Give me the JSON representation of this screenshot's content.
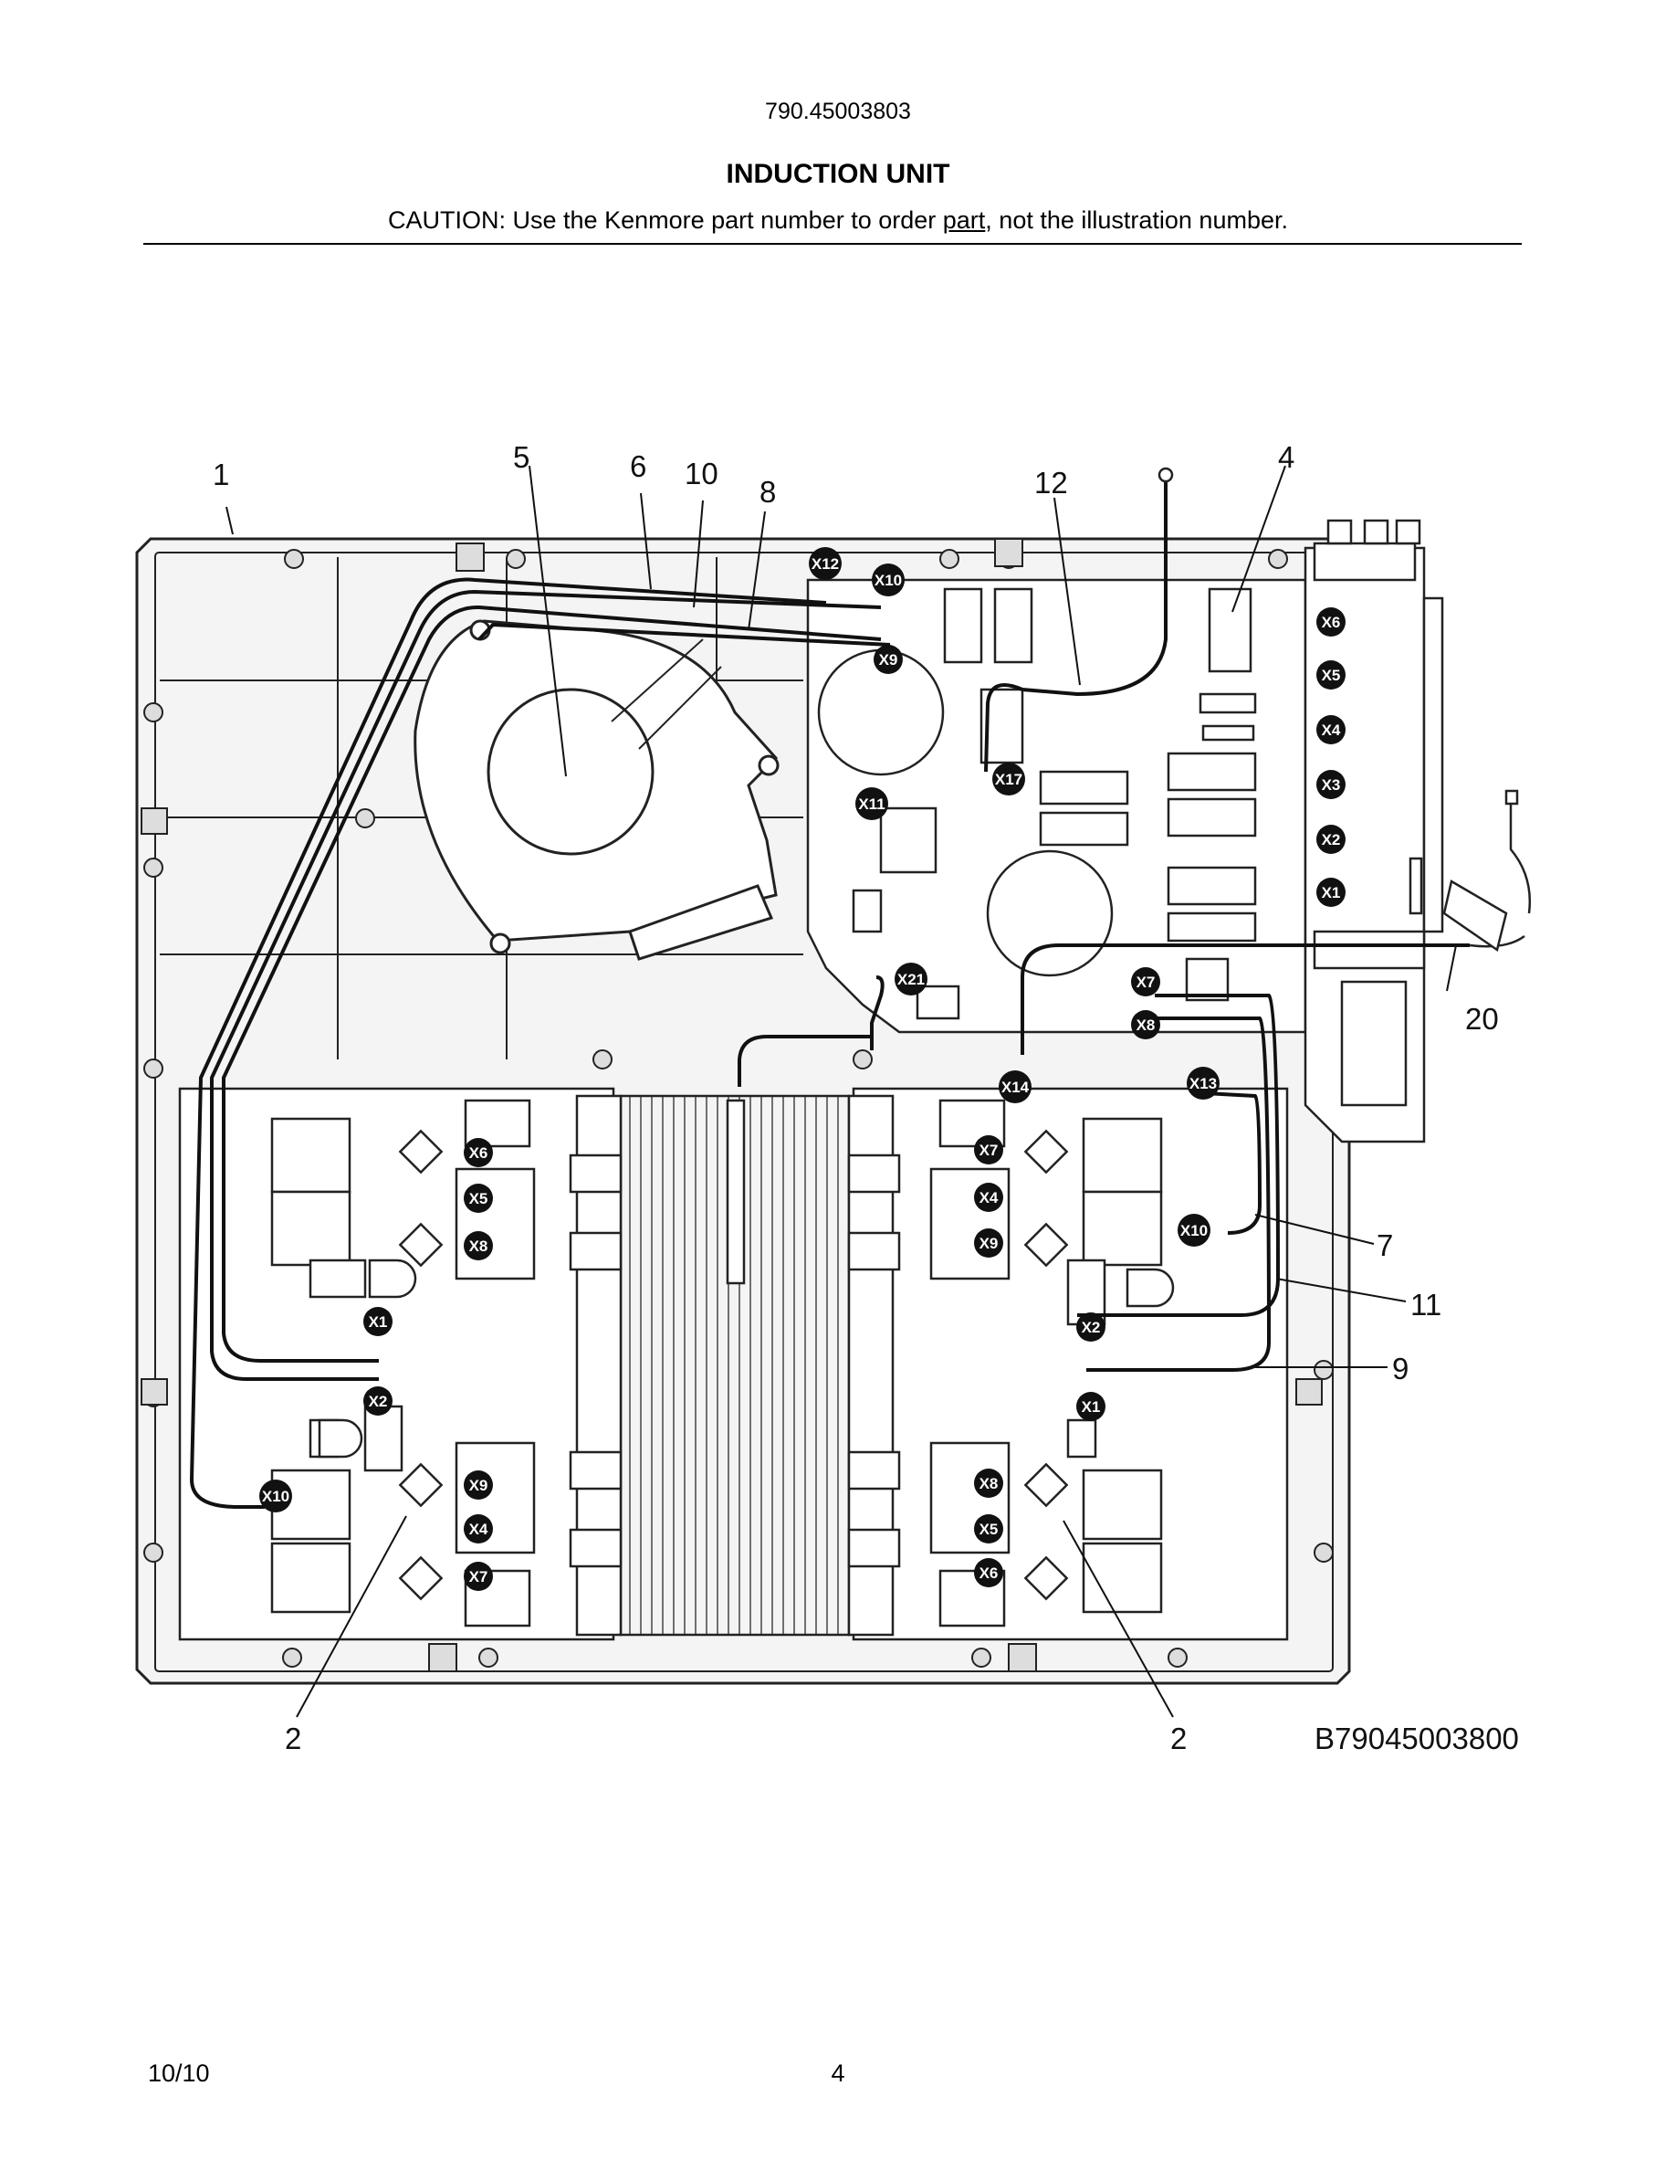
{
  "header": {
    "model_number": "790.45003803",
    "section_title": "INDUCTION UNIT",
    "caution_prefix": "CAUTION: Use the Kenmore part number to order ",
    "caution_underlined": "part",
    "caution_suffix": ", not the illustration number."
  },
  "diagram": {
    "callouts": [
      "1",
      "5",
      "6",
      "10",
      "8",
      "12",
      "4",
      "20",
      "7",
      "11",
      "9",
      "2",
      "2"
    ],
    "figure_code": "B79045003800",
    "connectors_top_board": [
      "X12",
      "X10",
      "X9",
      "X17",
      "X11",
      "X21",
      "X7",
      "X8",
      "X14",
      "X13"
    ],
    "connectors_terminal_block": [
      "X6",
      "X5",
      "X4",
      "X3",
      "X2",
      "X1"
    ],
    "connectors_left_board": [
      "X6",
      "X5",
      "X8",
      "X1",
      "X2",
      "X10",
      "X9",
      "X4",
      "X7"
    ],
    "connectors_right_board": [
      "X7",
      "X4",
      "X9",
      "X10",
      "X2",
      "X1",
      "X8",
      "X5",
      "X6"
    ]
  },
  "footer": {
    "date": "10/10",
    "page_number": "4"
  }
}
